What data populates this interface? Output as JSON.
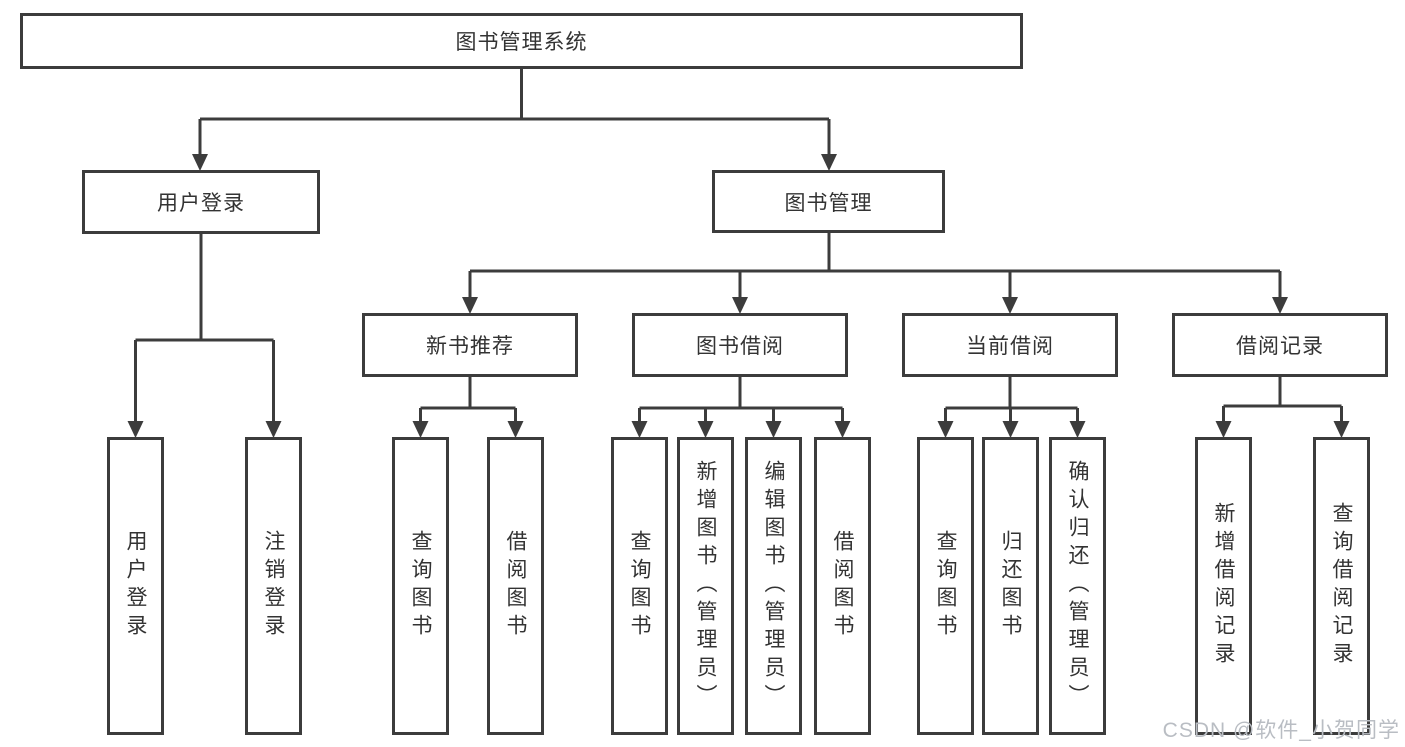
{
  "tree": {
    "label": "图书管理系统",
    "children": [
      {
        "label": "用户登录",
        "children": [
          {
            "label": "用户登录"
          },
          {
            "label": "注销登录"
          }
        ]
      },
      {
        "label": "图书管理",
        "children": [
          {
            "label": "新书推荐",
            "children": [
              {
                "label": "查询图书"
              },
              {
                "label": "借阅图书"
              }
            ]
          },
          {
            "label": "图书借阅",
            "children": [
              {
                "label": "查询图书"
              },
              {
                "label": "新增图书（管理员）"
              },
              {
                "label": "编辑图书（管理员）"
              },
              {
                "label": "借阅图书"
              }
            ]
          },
          {
            "label": "当前借阅",
            "children": [
              {
                "label": "查询图书"
              },
              {
                "label": "归还图书"
              },
              {
                "label": "确认归还（管理员）"
              }
            ]
          },
          {
            "label": "借阅记录",
            "children": [
              {
                "label": "新增借阅记录"
              },
              {
                "label": "查询借阅记录"
              }
            ]
          }
        ]
      }
    ]
  },
  "watermark": "CSDN @软件_小贺同学",
  "colors": {
    "line": "#3c3c3c",
    "text": "#333333",
    "watermark": "#b9bdc3",
    "background": "#ffffff"
  }
}
